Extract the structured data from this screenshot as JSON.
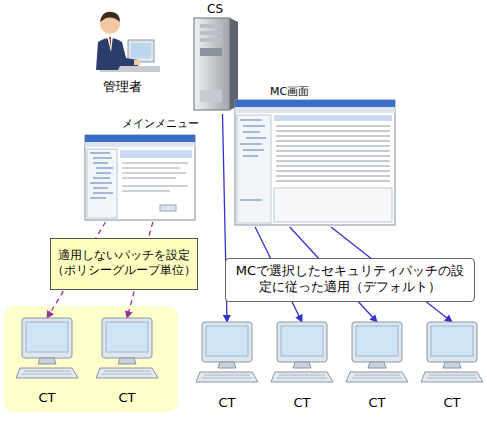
{
  "diagram": {
    "nodes": [
      {
        "text": [
          "管理者"
        ]
      },
      {
        "text": [
          "CS"
        ]
      },
      {
        "text": [
          "メインメニュー"
        ]
      },
      {
        "text": [
          "MC画面"
        ]
      },
      {
        "text": [
          "適用しないパッチを設定（ポリシーグループ単位）"
        ]
      },
      {
        "text": [
          "MCで選択したセキュリティパッチの設定に従った適用（デフォルト）"
        ]
      },
      {
        "text": [
          "CT"
        ]
      },
      {
        "text": [
          "CT"
        ]
      },
      {
        "text": [
          "CT"
        ]
      },
      {
        "text": [
          "CT"
        ]
      },
      {
        "text": [
          "CT"
        ]
      },
      {
        "text": [
          "CT"
        ]
      }
    ],
    "edges": [
      {
        "from": 2,
        "to": 6,
        "arrow": "to"
      },
      {
        "from": 2,
        "to": 7,
        "arrow": "to"
      },
      {
        "from": 1,
        "to": 8,
        "arrow": "to"
      },
      {
        "from": 3,
        "to": 9,
        "arrow": "to"
      },
      {
        "from": 3,
        "to": 10,
        "arrow": "to"
      },
      {
        "from": 3,
        "to": 11,
        "arrow": "to"
      }
    ]
  }
}
